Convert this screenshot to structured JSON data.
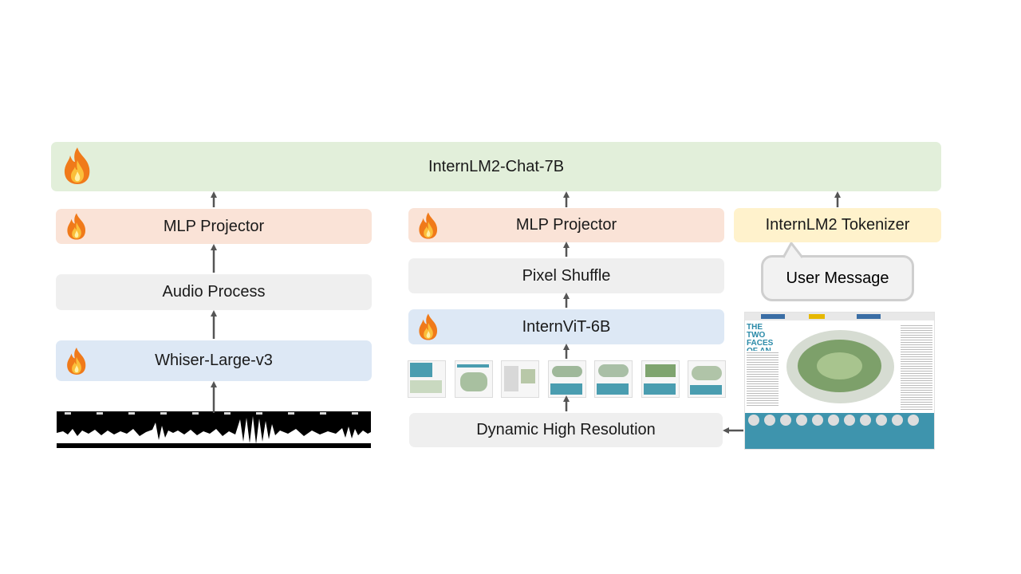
{
  "llm": {
    "label": "InternLM2-Chat-7B"
  },
  "audio_branch": {
    "projector_label": "MLP Projector",
    "process_label": "Audio Process",
    "encoder_label": "Whiser-Large-v3"
  },
  "vision_branch": {
    "projector_label": "MLP Projector",
    "shuffle_label": "Pixel Shuffle",
    "encoder_label": "InternViT-6B",
    "dynamic_label": "Dynamic High Resolution",
    "tile_count": 7
  },
  "text_branch": {
    "tokenizer_label": "InternLM2 Tokenizer",
    "message_label": "User Message"
  },
  "poster": {
    "headline": "THE TWO FACES OF AN ICON"
  },
  "icons": [
    "fire-icon",
    "arrow-up-icon",
    "arrow-left-icon",
    "waveform-icon"
  ],
  "colors": {
    "llm": "#e2efda",
    "projector": "#fae3d7",
    "process": "#efefef",
    "encoder": "#dde8f5",
    "tokenizer": "#fff2cc",
    "arrow": "#555555"
  }
}
